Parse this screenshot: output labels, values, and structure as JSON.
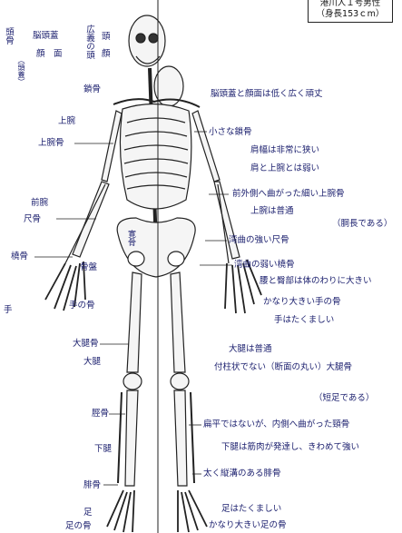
{
  "caption": {
    "line1": "港川人１号男性",
    "line2": "（身長153ｃm）"
  },
  "left_labels": {
    "head_bone": "頭骨",
    "head_bone_sub": "（頭蓋）",
    "neurocranium": "脳頭蓋",
    "face": "顔　面",
    "head_broad": "広義の頭",
    "head_1": "頭",
    "head_2": "顔",
    "clavicle": "鎖骨",
    "upper_arm": "上腕",
    "humerus": "上腕骨",
    "forearm": "前腕",
    "ulna": "尺骨",
    "radius": "橈骨",
    "hip_bone": "骨盤",
    "sacrum": "寛骨",
    "hand": "手",
    "hand_bones": "手の骨",
    "femur": "大腿骨",
    "thigh": "大腿",
    "tibia": "脛骨",
    "lower_leg": "下腿",
    "fibula": "腓骨",
    "foot": "足",
    "foot_bones": "足の骨"
  },
  "right_notes": [
    "脳頭蓋と顔面は低く広く頑丈",
    "小さな鎖骨",
    "肩幅は非常に狭い",
    "肩と上腕とは弱い",
    "前外側へ曲がった細い上腕骨",
    "上腕は普通",
    "（胴長である）",
    "湾曲の強い尺骨",
    "湾曲の弱い橈骨",
    "腰と臀部は体のわりに大きい",
    "かなり大きい手の骨",
    "手はたくましい",
    "大腿は普通",
    "付柱状でない（断面の丸い）大腿骨",
    "（短足である）",
    "扁平ではないが、内側へ曲がった頸骨",
    "下腿は筋肉が発達し、きわめて強い",
    "太く縦溝のある腓骨",
    "足はたくましい",
    "かなり大きい足の骨"
  ],
  "colors": {
    "ink": "#1b1f6e",
    "bone": "#222222",
    "fill": "#f4f4f4"
  }
}
